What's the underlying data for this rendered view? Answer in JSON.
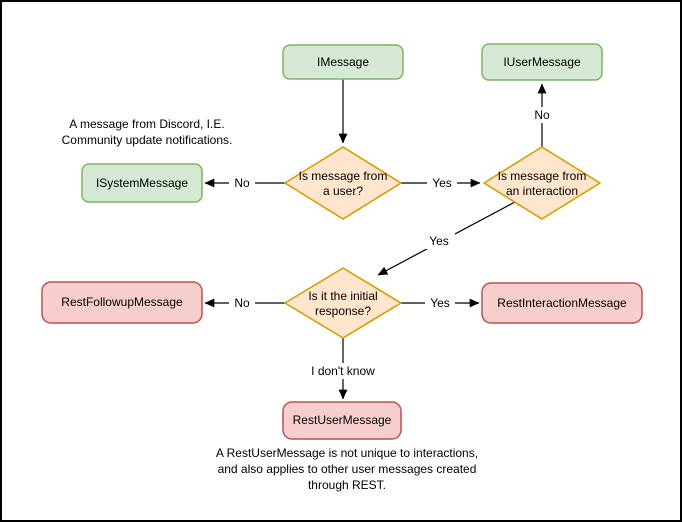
{
  "page": {
    "background": "#ffffff",
    "border_color": "#000000"
  },
  "colors": {
    "interface_node_fill": "#d5e8d4",
    "interface_node_stroke": "#82b366",
    "decision_fill": "#ffe6cc",
    "decision_stroke": "#d79b00",
    "rest_node_fill": "#f8cecc",
    "rest_node_stroke": "#b85450",
    "edge_color": "#000000",
    "text_color": "#000000"
  },
  "nodes": {
    "imessage": {
      "label": "IMessage"
    },
    "iusermessage": {
      "label": "IUserMessage"
    },
    "isystemmessage": {
      "label": "ISystemMessage"
    },
    "restfollowupmessage": {
      "label": "RestFollowupMessage"
    },
    "restinteractionmessage": {
      "label": "RestInteractionMessage"
    },
    "restusermessage": {
      "label": "RestUserMessage"
    }
  },
  "decisions": {
    "is_from_user": {
      "line1": "Is message from",
      "line2": "a user?"
    },
    "is_from_interaction": {
      "line1": "Is message from",
      "line2": "an interaction"
    },
    "is_initial_response": {
      "line1": "Is it the initial",
      "line2": "response?"
    }
  },
  "edge_labels": {
    "user_no": "No",
    "user_yes": "Yes",
    "interaction_no": "No",
    "interaction_yes": "Yes",
    "initial_no": "No",
    "initial_yes": "Yes",
    "initial_unknown": "I don't know"
  },
  "notes": {
    "system_message": {
      "line1": "A message from Discord, I.E.",
      "line2": "Community update notifications."
    },
    "rest_user_message": {
      "line1": "A RestUserMessage is not unique to interactions,",
      "line2": "and also applies to other user messages created",
      "line3": "through REST."
    }
  }
}
